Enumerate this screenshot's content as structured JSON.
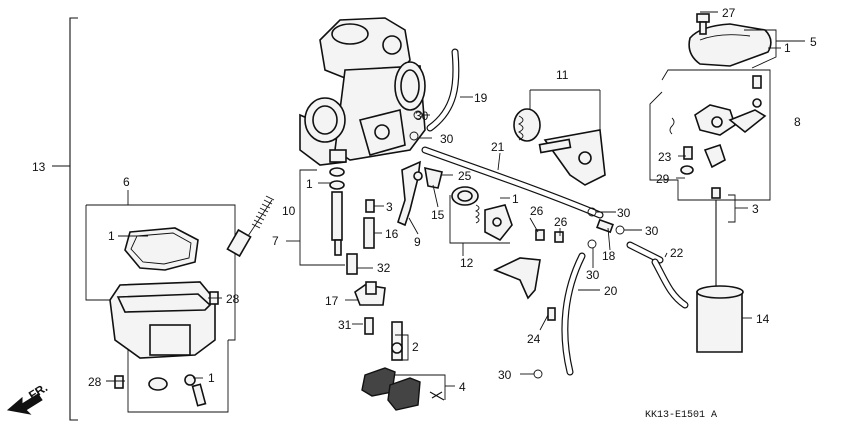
{
  "callouts": {
    "c1a": "1",
    "c1b": "1",
    "c1c": "1",
    "c1d": "1",
    "c1e": "1",
    "c2": "2",
    "c3a": "3",
    "c3b": "3",
    "c4": "4",
    "c5": "5",
    "c6": "6",
    "c7": "7",
    "c8": "8",
    "c9": "9",
    "c10": "10",
    "c11": "11",
    "c12": "12",
    "c13": "13",
    "c14": "14",
    "c15": "15",
    "c16": "16",
    "c17": "17",
    "c18": "18",
    "c19": "19",
    "c20": "20",
    "c21": "21",
    "c22": "22",
    "c23": "23",
    "c24": "24",
    "c25": "25",
    "c26a": "26",
    "c26b": "26",
    "c27": "27",
    "c28a": "28",
    "c28b": "28",
    "c29": "29",
    "c30a": "30",
    "c30b": "30",
    "c30c": "30",
    "c30d": "30",
    "c30e": "30",
    "c31": "31",
    "c32": "32"
  },
  "direction_label": "FR.",
  "diagram_code": "KK13-E1501 A"
}
